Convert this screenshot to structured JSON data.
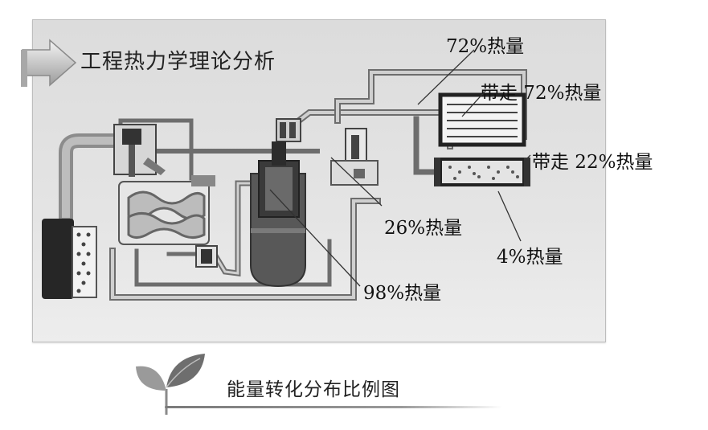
{
  "header": {
    "title": "工程热力学理论分析",
    "icon": "arrow-icon"
  },
  "labels": {
    "heat_72_top": "72%热量",
    "carry_72": "带走 72%热量",
    "carry_22": "带走 22%热量",
    "heat_26": "26%热量",
    "heat_4": "4%热量",
    "heat_98": "98%热量"
  },
  "footer": {
    "caption": "能量转化分布比例图",
    "icon": "leaf-icon"
  },
  "colors": {
    "panel": "#e0e0e0",
    "pipe": "#6d6d6d",
    "text": "#111111"
  }
}
